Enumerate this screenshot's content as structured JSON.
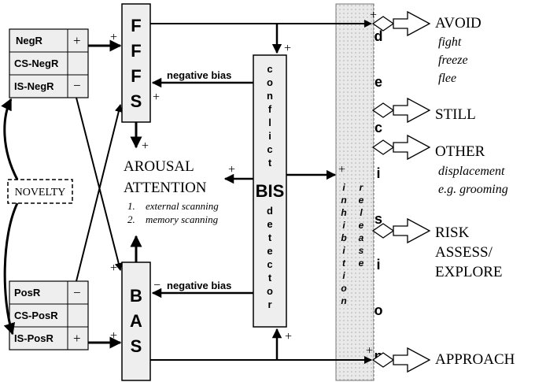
{
  "inputs": {
    "negative": {
      "rows": [
        "NegR",
        "CS-NegR",
        "IS-NegR"
      ],
      "signs": [
        "+",
        "−"
      ]
    },
    "positive": {
      "rows": [
        "PosR",
        "CS-PosR",
        "IS-PosR"
      ],
      "signs": [
        "−",
        "+"
      ]
    },
    "novelty": "NOVELTY"
  },
  "systems": {
    "fffs": [
      "F",
      "F",
      "F",
      "S"
    ],
    "bas": [
      "B",
      "A",
      "S"
    ],
    "bis_conflict": [
      "c",
      "o",
      "n",
      "f",
      "l",
      "i",
      "c",
      "t"
    ],
    "bis_label": "BIS",
    "bis_detector": [
      "d",
      "e",
      "t",
      "e",
      "c",
      "t",
      "o",
      "r"
    ]
  },
  "arousal": {
    "title1": "AROUSAL",
    "title2": "ATTENTION",
    "item1_num": "1.",
    "item1": "external scanning",
    "item2_num": "2.",
    "item2": "memory scanning"
  },
  "bias_label": "negative bias",
  "plus": "+",
  "minus": "−",
  "inhibition": [
    "i",
    "n",
    "h",
    "i",
    "b",
    "i",
    "t",
    "i",
    "o",
    "n"
  ],
  "release": [
    "r",
    "e",
    "l",
    "e",
    "a",
    "s",
    "e"
  ],
  "decision": [
    "d",
    "e",
    "c",
    "i",
    "s",
    "i",
    "o",
    "n"
  ],
  "outputs": {
    "avoid": "AVOID",
    "avoid_sub": [
      "fight",
      "freeze",
      "flee"
    ],
    "still": "STILL",
    "other": "OTHER",
    "other_sub": [
      "displacement",
      "e.g. grooming"
    ],
    "risk": [
      "RISK",
      "ASSESS/",
      "EXPLORE"
    ],
    "approach": "APPROACH"
  }
}
